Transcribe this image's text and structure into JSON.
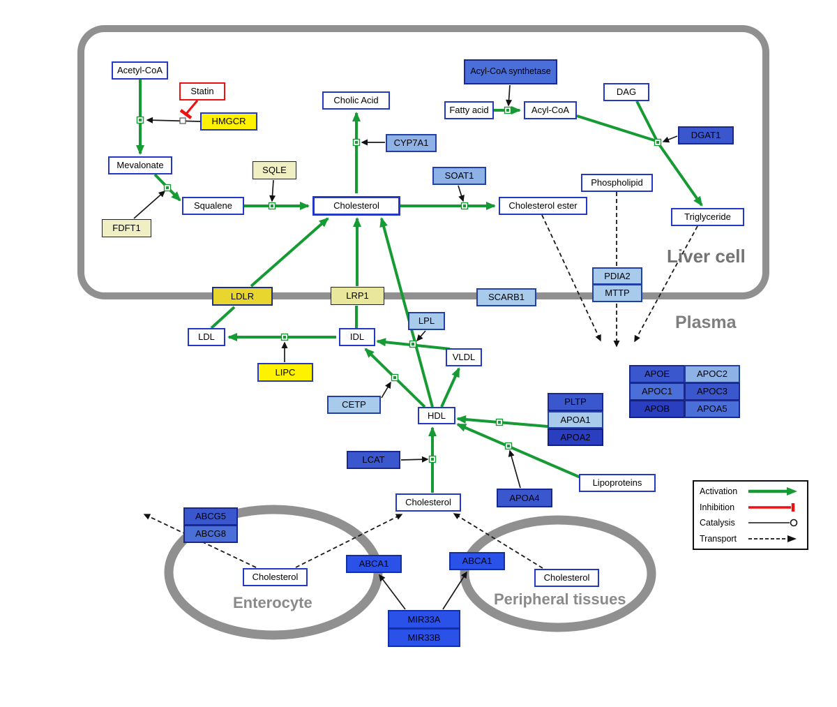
{
  "regions": {
    "liver_cell": "Liver cell",
    "plasma": "Plasma",
    "enterocyte": "Enterocyte",
    "peripheral_tissues": "Peripheral tissues"
  },
  "legend": {
    "activation": "Activation",
    "inhibition": "Inhibition",
    "catalysis": "Catalysis",
    "transport": "Transport"
  },
  "nodes": {
    "acetyl_coa": {
      "label": "Acetyl-CoA"
    },
    "statin": {
      "label": "Statin"
    },
    "hmgcr": {
      "label": "HMGCR"
    },
    "mevalonate": {
      "label": "Mevalonate"
    },
    "sqle": {
      "label": "SQLE"
    },
    "fdft1": {
      "label": "FDFT1"
    },
    "squalene": {
      "label": "Squalene"
    },
    "cholic_acid": {
      "label": "Cholic Acid"
    },
    "cyp7a1": {
      "label": "CYP7A1"
    },
    "cholesterol_liver": {
      "label": "Cholesterol"
    },
    "soat1": {
      "label": "SOAT1"
    },
    "cholesterol_ester": {
      "label": "Cholesterol ester"
    },
    "acyl_coa_synthetase": {
      "label": "Acyl-CoA synthetase"
    },
    "fatty_acid": {
      "label": "Fatty acid"
    },
    "acyl_coa": {
      "label": "Acyl-CoA"
    },
    "dag": {
      "label": "DAG"
    },
    "dgat1": {
      "label": "DGAT1"
    },
    "phospholipid": {
      "label": "Phospholipid"
    },
    "triglyceride": {
      "label": "Triglyceride"
    },
    "pdia2": {
      "label": "PDIA2"
    },
    "mttp": {
      "label": "MTTP"
    },
    "ldlr": {
      "label": "LDLR"
    },
    "lrp1": {
      "label": "LRP1"
    },
    "scarb1": {
      "label": "SCARB1"
    },
    "ldl": {
      "label": "LDL"
    },
    "idl": {
      "label": "IDL"
    },
    "lpl": {
      "label": "LPL"
    },
    "vldl": {
      "label": "VLDL"
    },
    "lipc": {
      "label": "LIPC"
    },
    "cetp": {
      "label": "CETP"
    },
    "hdl": {
      "label": "HDL"
    },
    "pltp": {
      "label": "PLTP"
    },
    "apoa1": {
      "label": "APOA1"
    },
    "apoa2": {
      "label": "APOA2"
    },
    "lcat": {
      "label": "LCAT"
    },
    "apoa4": {
      "label": "APOA4"
    },
    "lipoproteins": {
      "label": "Lipoproteins"
    },
    "apoe": {
      "label": "APOE"
    },
    "apoc2": {
      "label": "APOC2"
    },
    "apoc1": {
      "label": "APOC1"
    },
    "apoc3": {
      "label": "APOC3"
    },
    "apob": {
      "label": "APOB"
    },
    "apoa5": {
      "label": "APOA5"
    },
    "cholesterol_plasma": {
      "label": "Cholesterol"
    },
    "abcg5": {
      "label": "ABCG5"
    },
    "abcg8": {
      "label": "ABCG8"
    },
    "cholesterol_enterocyte": {
      "label": "Cholesterol"
    },
    "abca1_enterocyte": {
      "label": "ABCA1"
    },
    "abca1_peripheral": {
      "label": "ABCA1"
    },
    "cholesterol_peripheral": {
      "label": "Cholesterol"
    },
    "mir33a": {
      "label": "MIR33A"
    },
    "mir33b": {
      "label": "MIR33B"
    }
  },
  "colors": {
    "activation_green": "#169A33",
    "inhibition_red": "#EE1111",
    "membrane_gray": "#909090",
    "metabolite_border_blue": "#2438C8",
    "gene_yellow": "#FFF200",
    "gene_yellow_dark": "#E8D62F",
    "gene_cream": "#F0EFC4",
    "gene_khaki": "#E9E79C",
    "protein_blue_pale": "#A8CBEC",
    "protein_blue_light": "#8FB2E6",
    "protein_blue_medium": "#4A6FD8",
    "protein_blue_deep": "#3A57CE",
    "protein_blue_dark": "#2A3EC0",
    "protein_blue_bright": "#2A52E8"
  }
}
